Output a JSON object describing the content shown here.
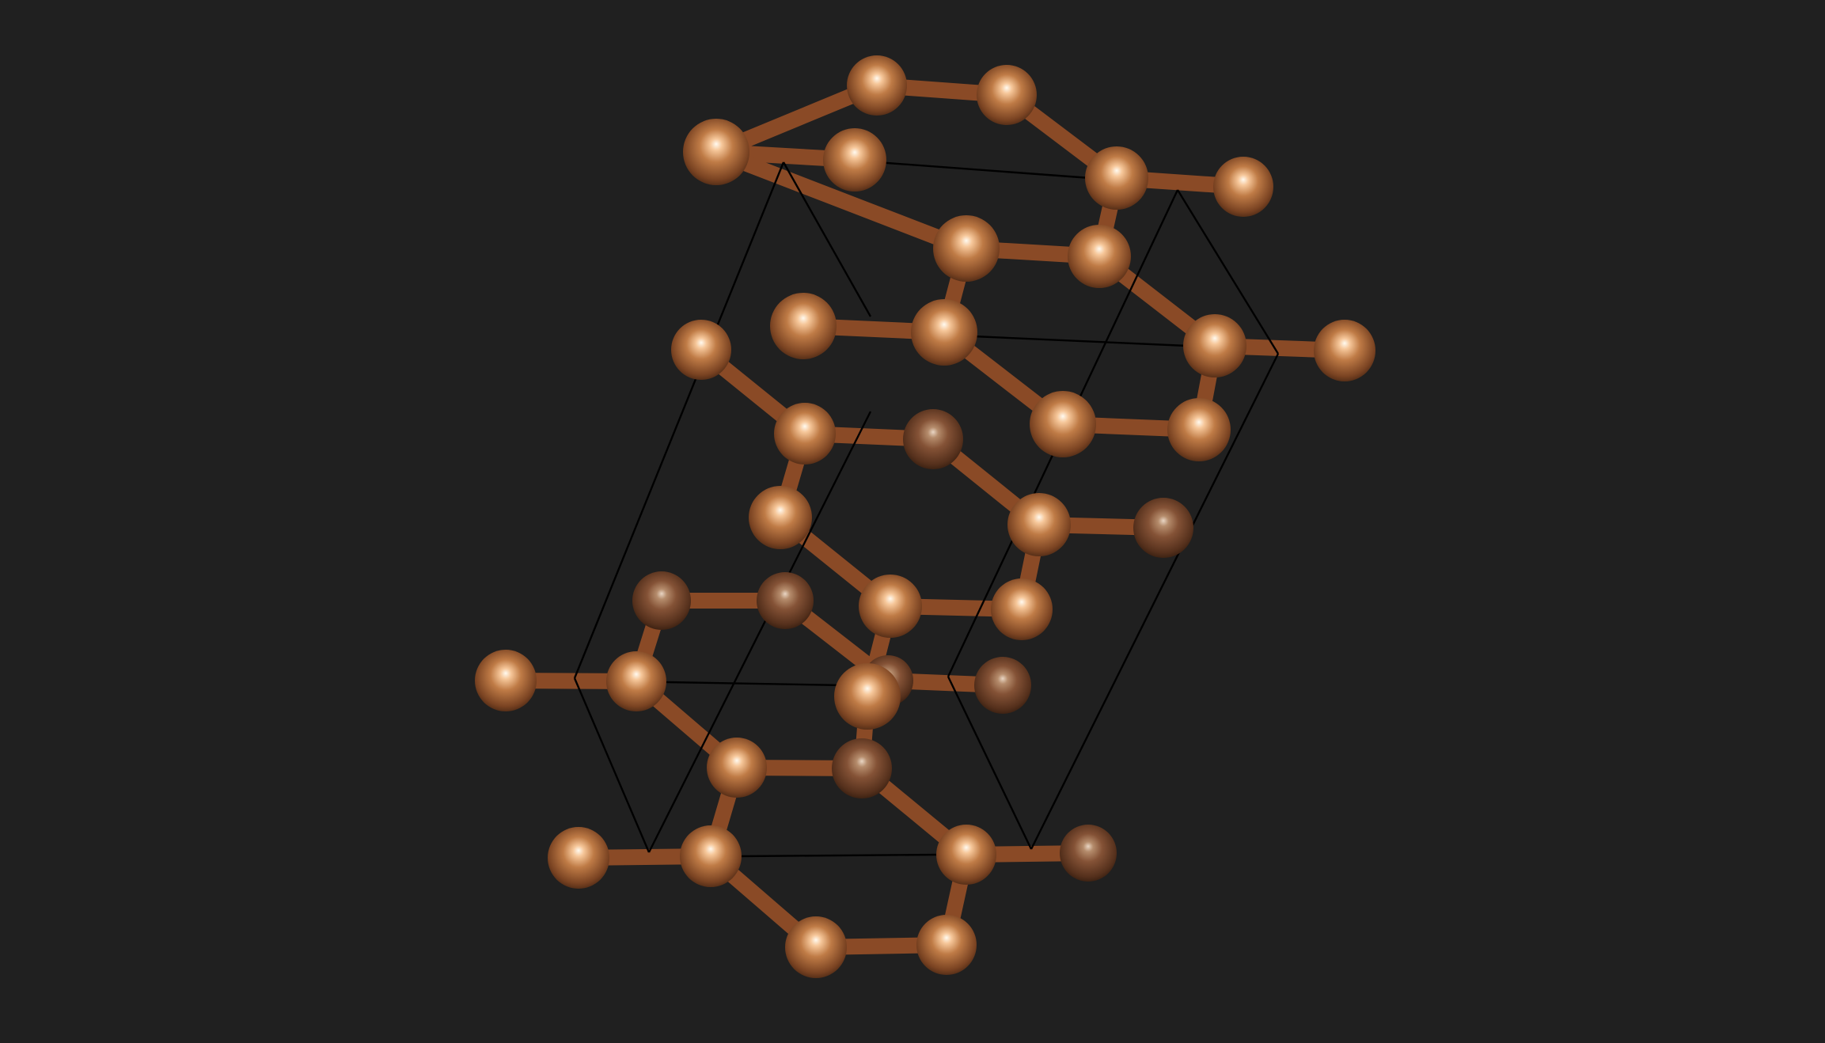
{
  "scene": {
    "description_visible_text": "",
    "background_color": "#202020",
    "atom_color": "#b8703a",
    "atom_highlight_color": "#fff4e0",
    "bond_color": "#8a4a26",
    "cell_edge_color": "#000000"
  },
  "structure": {
    "atom_count": 40,
    "bond_style": "ball-and-stick",
    "cell_shape": "parallelepiped"
  }
}
